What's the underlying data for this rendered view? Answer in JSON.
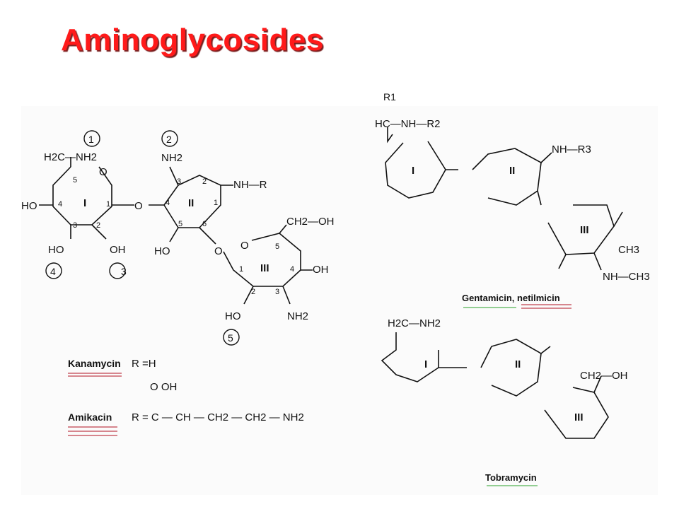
{
  "title": "Aminoglycosides",
  "colors": {
    "title": "#ff1a1a",
    "title_shadow": "#7a2020",
    "underline_red": "#b01020",
    "underline_green": "#2aa02a"
  },
  "kanamycin_panel": {
    "positions": [
      "1",
      "2",
      "3",
      "4",
      "5"
    ],
    "ring_labels": [
      "I",
      "II",
      "III"
    ],
    "ring1_numbers": [
      "5",
      "4",
      "3",
      "2",
      "1"
    ],
    "ring2_numbers": [
      "3",
      "2",
      "1",
      "6",
      "5",
      "4"
    ],
    "ring3_numbers": [
      "5",
      "4",
      "3",
      "2",
      "1"
    ],
    "atoms": {
      "h2c_nh2": "H2C—NH2",
      "o": "O",
      "ho": "HO",
      "oh": "OH",
      "nh2": "NH2",
      "nh_r": "NH—R",
      "ch2_oh": "CH2—OH"
    }
  },
  "legend": {
    "kanamycin": {
      "name": "Kanamycin",
      "formula": "R =H"
    },
    "amikacin": {
      "name": "Amikacin",
      "upper": "O    OH",
      "formula": "R = C — CH — CH2 — CH2 — NH2"
    }
  },
  "gentamicin_panel": {
    "caption": "Gentamicin, netilmicin",
    "ring_labels": [
      "I",
      "II",
      "III"
    ],
    "atoms": {
      "r1": "R1",
      "hc_nh_r2": "HC—NH—R2",
      "nh_r3": "NH—R3",
      "ch3": "CH3",
      "nh_ch3": "NH—CH3"
    }
  },
  "tobramycin_panel": {
    "caption": "Tobramycin",
    "ring_labels": [
      "I",
      "II",
      "III"
    ],
    "atoms": {
      "h2c_nh2": "H2C—NH2",
      "ch2_oh": "CH2—OH"
    }
  }
}
